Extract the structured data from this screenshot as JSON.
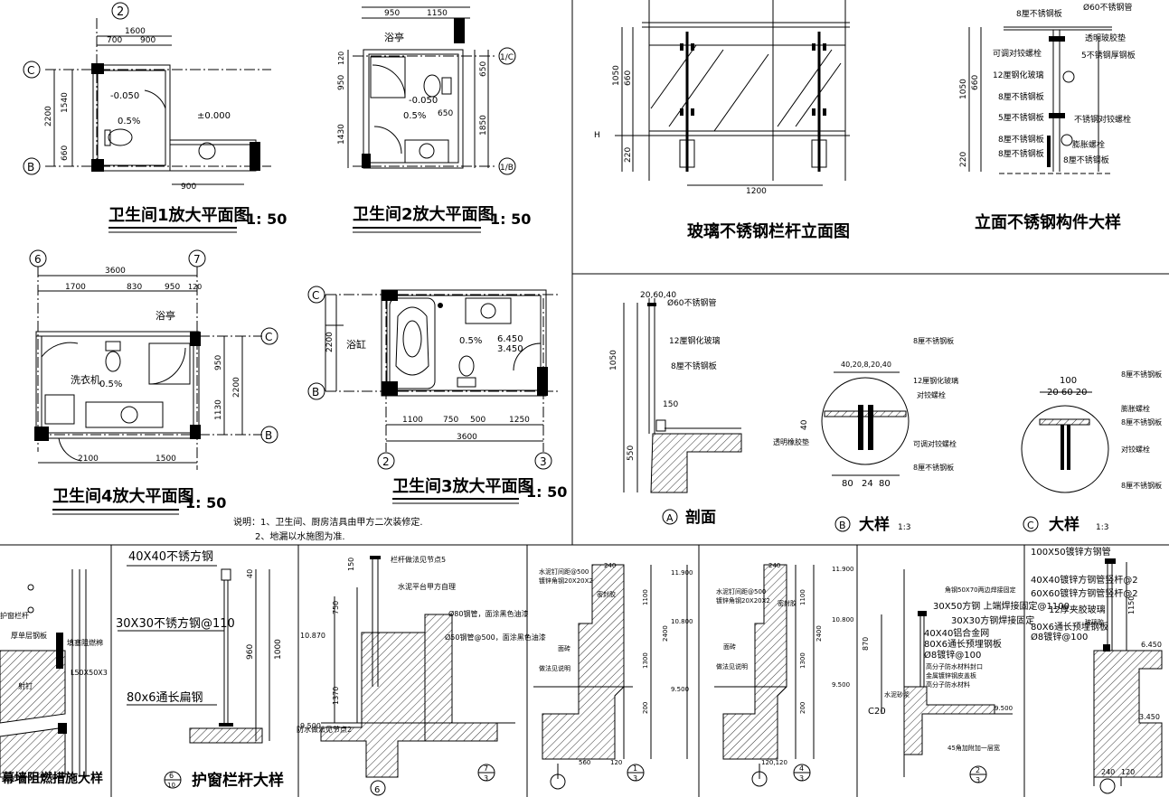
{
  "titles": {
    "t1": "卫生间1放大平面图",
    "t2": "卫生间2放大平面图",
    "t3": "卫生间3放大平面图",
    "t4": "卫生间4放大平面图",
    "scale": "1: 50",
    "railing_elev": "玻璃不锈钢栏杆立面图",
    "steel_detail": "立面不锈钢构件大样",
    "section_a": "剖面",
    "detail_b": "大样",
    "detail_c": "大样",
    "scale_13": "1:3",
    "guard": "护窗栏杆大样",
    "curtain": "幕墙阻燃措施大样"
  },
  "markers": {
    "a": "A",
    "b": "B",
    "c": "C",
    "n2": "2",
    "n3": "3",
    "n6": "6",
    "n7": "7",
    "guard_num": "6",
    "guard_den": "10",
    "s7": "7",
    "s3": "3",
    "s1": "1",
    "s4": "4",
    "s2": "2"
  },
  "notes": {
    "line1": "说明：1、卫生间、厨房洁具由甲方二次装修定.",
    "line2": "2、地漏以水施图为准."
  },
  "plan1": {
    "d1600": "1600",
    "d700": "700",
    "d900": "900",
    "d2200": "2200",
    "d1540": "1540",
    "d660": "660",
    "d900b": "900",
    "lev1": "-0.050",
    "lev2": "±0.000",
    "slope": "0.5%"
  },
  "plan2": {
    "d950": "950",
    "d1150": "1150",
    "shower": "浴亭",
    "lev": "-0.050",
    "slope": "0.5%",
    "d650": "650",
    "d650b": "650",
    "d1850": "1850",
    "d950v": "950",
    "d1430": "1430",
    "d120": "120",
    "ax_c": "1/C",
    "ax_b": "1/B"
  },
  "plan4": {
    "d3600": "3600",
    "d1700": "1700",
    "d830": "830",
    "d950": "950",
    "d120": "120",
    "shower": "浴亭",
    "washer": "洗衣机",
    "slope": "0.5%",
    "d950v": "950",
    "d1130": "1130",
    "d2200": "2200",
    "d2100": "2100",
    "d1500": "1500"
  },
  "plan3": {
    "bathtub": "浴缸",
    "slope": "0.5%",
    "lev1": "6.450",
    "lev2": "3.450",
    "d2200": "2200",
    "d1100": "1100",
    "d750": "750",
    "d500": "500",
    "d1250": "1250",
    "d3600": "3600"
  },
  "railing": {
    "d1050": "1050",
    "d660": "660",
    "d220": "220",
    "d1200": "1200",
    "h": "H"
  },
  "steel": {
    "l1": "8厘不锈钢板",
    "l2": "Ø60不锈钢管",
    "l3": "透明玻胶垫",
    "l4": "可调对铰螺栓",
    "l5": "5不锈钢厚钢板",
    "l6": "12厘钢化玻璃",
    "l7": "8厘不锈钢板",
    "l8": "5厘不锈钢板",
    "l9": "不锈钢对铰螺栓",
    "l10": "8厘不锈钢板",
    "l11": "膨胀螺栓",
    "l12": "8厘不锈钢板",
    "l13": "8厘不锈钢板",
    "d1050": "1050",
    "d660": "660",
    "d220": "220"
  },
  "section": {
    "pipe": "Ø60不锈钢管",
    "glass": "12厘钢化玻璃",
    "plate": "8厘不锈钢板",
    "d1050": "1050",
    "d550": "550",
    "d150": "150",
    "d20": "20,60,40"
  },
  "detailb": {
    "top": "8厘不锈钢板",
    "glass": "12厘钢化玻璃",
    "bolt": "对铰螺栓",
    "pad": "透明橡胶垫",
    "bolt2": "可调对铰螺栓",
    "plate": "8厘不锈钢板",
    "dims": "40,20,8,20,40",
    "d80": "80",
    "d24": "24",
    "d80b": "80",
    "d40": "40"
  },
  "detailc": {
    "top": "8厘不锈钢板",
    "anchor": "膨胀螺栓",
    "p2": "8厘不锈钢板",
    "bolt": "对铰螺栓",
    "p3": "8厘不锈钢板",
    "d100": "100",
    "dims": "20 60 20"
  },
  "curtain": {
    "l1": "护窗栏杆",
    "l2": "厚单层钢板",
    "l3": "填塞阻燃棉",
    "l4": "L50X50X3",
    "l5": "射钉"
  },
  "guard": {
    "l1": "40X40不锈方钢",
    "l2": "30X30不锈方钢@110",
    "l3": "80x6通长扁钢",
    "d960": "960",
    "d1000": "1000",
    "d40": "40"
  },
  "sec7": {
    "l1": "栏杆做法见节点5",
    "l2": "水泥平台甲方自理",
    "l3": "Ø80钢管，面涂黑色油漆",
    "l4": "Ø50钢管@500，面涂黑色油漆",
    "l5": "防水做法见节点2",
    "lev1": "10.870",
    "lev2": "9.500",
    "d750": "750",
    "d150": "150",
    "d1370": "1370"
  },
  "sec1": {
    "l1": "水泥钉间距@500",
    "l2": "镀锌角钢20X20X2",
    "l3": "密封胶",
    "l4": "面砖",
    "l5": "做法见说明",
    "lev1": "11.900",
    "lev2": "10.800",
    "lev3": "9.500",
    "d240": "240",
    "d1100": "1100",
    "d2400": "2400",
    "d1300": "1300",
    "d200": "200",
    "d560": "560",
    "d120": "120"
  },
  "sec4": {
    "l1": "水泥钉间距@500",
    "l2": "镀锌角钢20X20X2",
    "l3": "密封胶",
    "l4": "面砖",
    "l5": "做法见说明",
    "lev1": "11.900",
    "lev2": "10.800",
    "lev3": "9.500",
    "d240": "240",
    "d1100": "1100",
    "d2400": "2400",
    "d1300": "1300",
    "d200": "200",
    "d120": "120,120"
  },
  "sec2": {
    "l1": "角钢50X70两边焊接固定",
    "l2": "30X50方钢 上端焊接固定@1100",
    "l3": "30X30方钢焊接固定",
    "l4": "40X40铝合金网",
    "l5": "80X6通长预埋钢板",
    "l6": "Ø8镀锌@100",
    "l7": "高分子防水材料封口",
    "l8": "金属镀锌钢皮盖板",
    "l9": "高分子防水材料",
    "l10": "水泥砂浆",
    "l11": "C20",
    "l12": "45角加附加一层宽",
    "lev": "9.500",
    "d870": "870"
  },
  "sec6": {
    "l1": "100X50镀锌方钢管",
    "l2": "40X40镀锌方钢管竖杆@2",
    "l3": "60X60镀锌方钢管竖杆@2",
    "l4": "12厚夹胶玻璃",
    "l5": "玻璃胶",
    "l6": "80X6通长预埋钢板",
    "l7": "Ø8镀锌@100",
    "lev1": "6.450",
    "lev2": "3.450",
    "d240": "240",
    "d120": "120",
    "d1150": "1150"
  }
}
